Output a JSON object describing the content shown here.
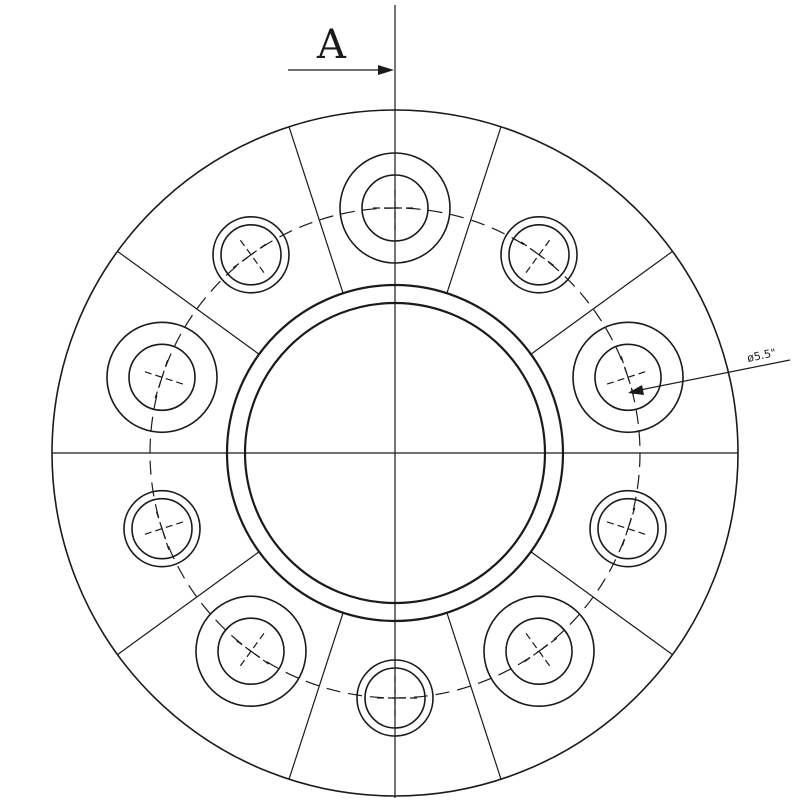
{
  "section_marker": {
    "label": "A"
  },
  "dimension": {
    "label": "ø5.5\""
  },
  "drawing": {
    "type": "wheel-spacer-flange",
    "bolt_holes": [
      {
        "angle_deg": -90,
        "style": "large"
      },
      {
        "angle_deg": -54,
        "style": "small"
      },
      {
        "angle_deg": -18,
        "style": "large"
      },
      {
        "angle_deg": 18,
        "style": "small"
      },
      {
        "angle_deg": 54,
        "style": "large"
      },
      {
        "angle_deg": 90,
        "style": "small"
      },
      {
        "angle_deg": 126,
        "style": "large"
      },
      {
        "angle_deg": 162,
        "style": "small"
      },
      {
        "angle_deg": 198,
        "style": "large"
      },
      {
        "angle_deg": 234,
        "style": "small"
      }
    ]
  }
}
